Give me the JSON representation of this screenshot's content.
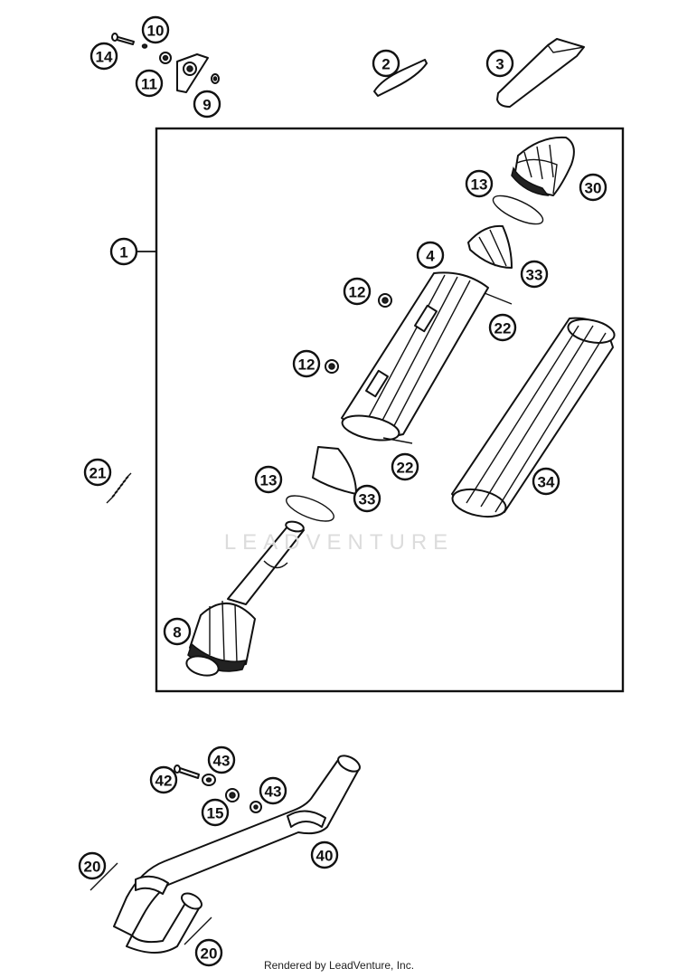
{
  "watermark": "LEADVENTURE",
  "footer": "Rendered by LeadVenture, Inc.",
  "callouts": [
    {
      "id": "c-10",
      "label": "10"
    },
    {
      "id": "c-14",
      "label": "14"
    },
    {
      "id": "c-11",
      "label": "11"
    },
    {
      "id": "c-9",
      "label": "9"
    },
    {
      "id": "c-2",
      "label": "2"
    },
    {
      "id": "c-3",
      "label": "3"
    },
    {
      "id": "c-1",
      "label": "1"
    },
    {
      "id": "c-13a",
      "label": "13"
    },
    {
      "id": "c-30",
      "label": "30"
    },
    {
      "id": "c-4",
      "label": "4"
    },
    {
      "id": "c-33a",
      "label": "33"
    },
    {
      "id": "c-12a",
      "label": "12"
    },
    {
      "id": "c-22a",
      "label": "22"
    },
    {
      "id": "c-12b",
      "label": "12"
    },
    {
      "id": "c-21",
      "label": "21"
    },
    {
      "id": "c-13b",
      "label": "13"
    },
    {
      "id": "c-22b",
      "label": "22"
    },
    {
      "id": "c-34",
      "label": "34"
    },
    {
      "id": "c-33b",
      "label": "33"
    },
    {
      "id": "c-8",
      "label": "8"
    },
    {
      "id": "c-43a",
      "label": "43"
    },
    {
      "id": "c-42",
      "label": "42"
    },
    {
      "id": "c-15",
      "label": "15"
    },
    {
      "id": "c-43b",
      "label": "43"
    },
    {
      "id": "c-40",
      "label": "40"
    },
    {
      "id": "c-20a",
      "label": "20"
    },
    {
      "id": "c-20b",
      "label": "20"
    }
  ]
}
